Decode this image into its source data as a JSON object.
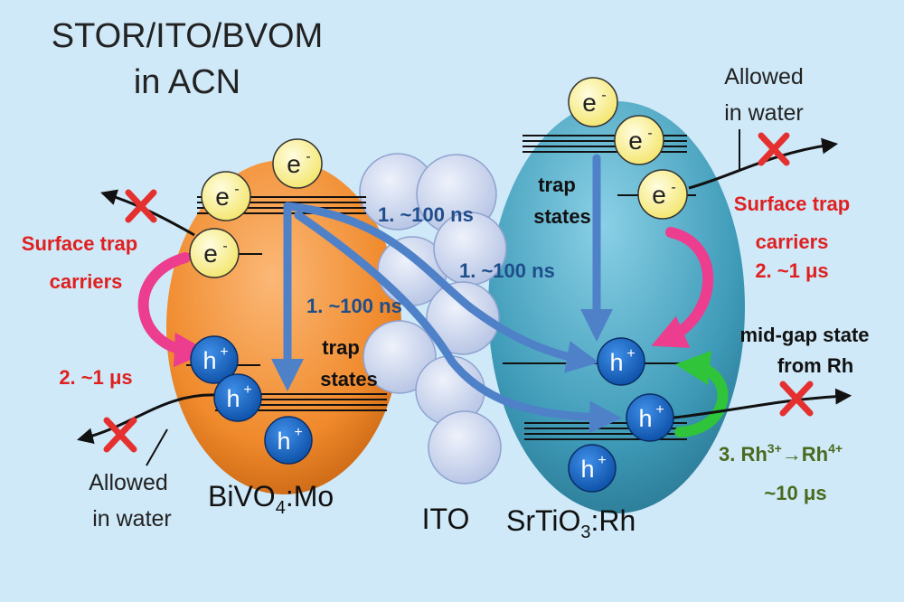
{
  "title": {
    "line1": "STOR/ITO/BVOM",
    "line2": "in ACN"
  },
  "labels": {
    "bivo4_base": "BiVO",
    "bivo4_sub": "4",
    "bivo4_suffix": ":Mo",
    "ito": "ITO",
    "srtio3_base": "SrTiO",
    "srtio3_sub": "3",
    "srtio3_suffix": ":Rh"
  },
  "carriers": {
    "electron": "e",
    "electron_sup": "-",
    "hole": "h",
    "hole_sup": "+"
  },
  "annotations": {
    "allowed_water_top_1": "Allowed",
    "allowed_water_top_2": "in water",
    "allowed_water_bottom_1": "Allowed",
    "allowed_water_bottom_2": "in water",
    "surface_trap_left_1": "Surface trap",
    "surface_trap_left_2": "carriers",
    "surface_trap_right_1": "Surface trap",
    "surface_trap_right_2": "carriers",
    "time_1us_left": "2. ~1 μs",
    "time_1us_right": "2. ~1 μs",
    "trap_states_left_1": "trap",
    "trap_states_left_2": "states",
    "trap_states_right_1": "trap",
    "trap_states_right_2": "states",
    "time_100ns_a": "1. ~100 ns",
    "time_100ns_b": "1. ~100 ns",
    "time_100ns_c": "1. ~100 ns",
    "midgap_1": "mid-gap state",
    "midgap_2": "from Rh",
    "rh_step_prefix": "3. Rh",
    "rh_sup1": "3+",
    "rh_arrow": "→Rh",
    "rh_sup2": "4+",
    "rh_time": "~10 μs"
  },
  "colors": {
    "background": "#cfe9f8",
    "bivo4": "#f08a2c",
    "srtio3": "#3e9bb8",
    "ito": "#c7d4ee",
    "electron": "#fbf59a",
    "hole": "#1565c0",
    "red_text": "#e02020",
    "blue_text": "#1f4e8c",
    "green_text": "#4a6a1e",
    "magenta": "#ec3d8e",
    "green_arrow": "#2fc43a",
    "blue_arrow": "#4f81c9"
  }
}
